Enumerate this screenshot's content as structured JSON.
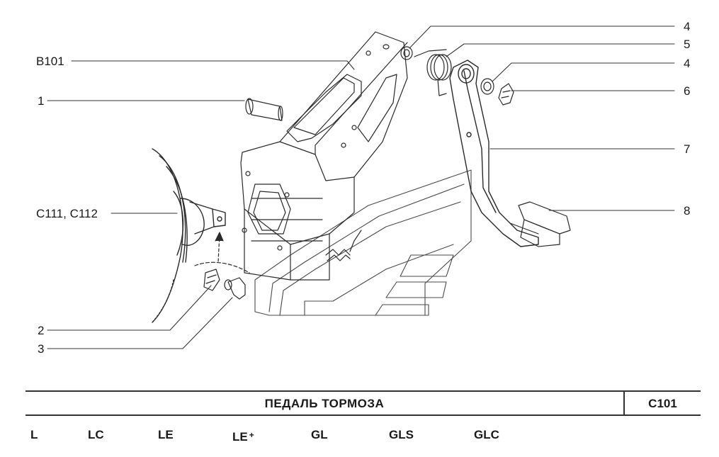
{
  "diagram": {
    "callouts_left": [
      "В101",
      "1",
      "С111, С112",
      "2",
      "3"
    ],
    "callouts_right": [
      "4",
      "5",
      "4",
      "6",
      "7",
      "8"
    ]
  },
  "title_block": {
    "title": "ПЕДАЛЬ   ТОРМОЗА",
    "code": "С101"
  },
  "variants": [
    {
      "label": "L",
      "plus": ""
    },
    {
      "label": "LC",
      "plus": ""
    },
    {
      "label": "LE",
      "plus": ""
    },
    {
      "label": "LE",
      "plus": "+"
    },
    {
      "label": "GL",
      "plus": ""
    },
    {
      "label": "GLS",
      "plus": ""
    },
    {
      "label": "GLC",
      "plus": ""
    }
  ]
}
